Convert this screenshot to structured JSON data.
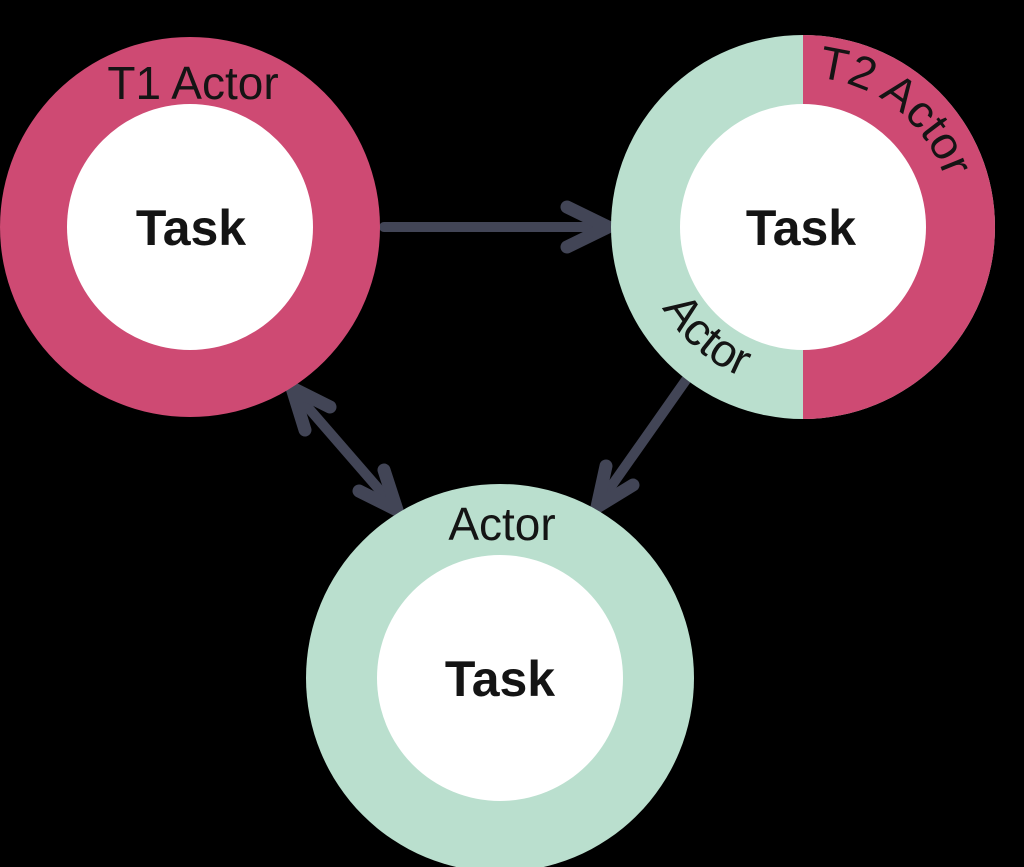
{
  "diagram": {
    "background": "#000000",
    "colors": {
      "task1_ring": "#ce4a73",
      "actor_ring": "#badfce",
      "node_center": "#ffffff",
      "arrow": "#424556",
      "label": "#141414"
    },
    "nodes": {
      "task1": {
        "ring_label": "T1 Actor",
        "center_label": "Task"
      },
      "task2": {
        "ring_label_top": "T2 Actor",
        "ring_label_bottom": "Actor",
        "center_label": "Task"
      },
      "task3": {
        "ring_label": "Actor",
        "center_label": "Task"
      }
    }
  }
}
